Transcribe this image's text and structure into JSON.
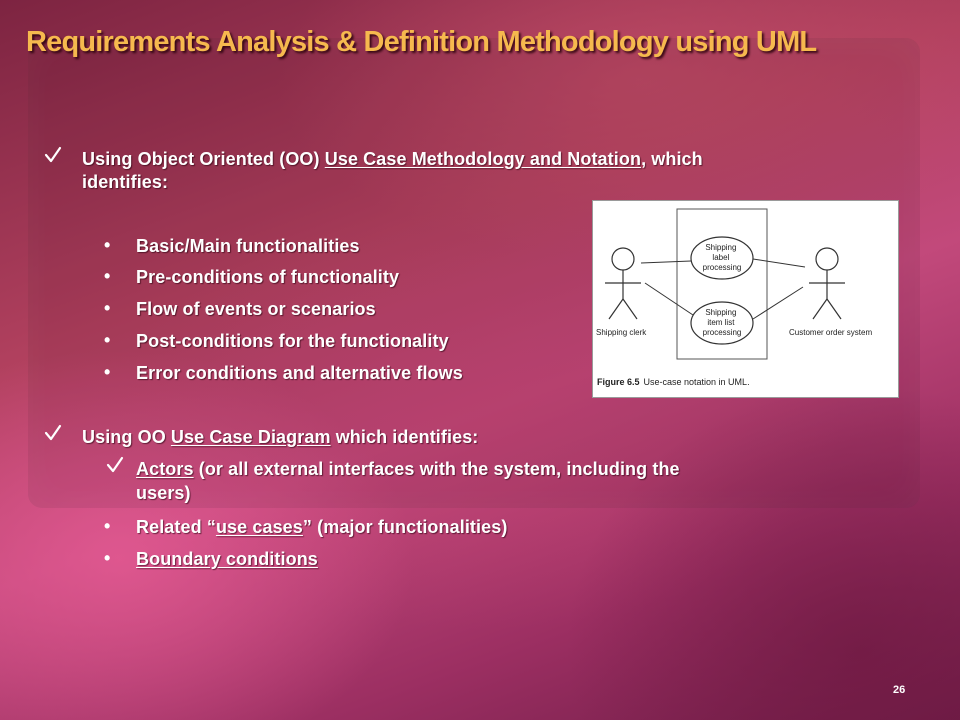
{
  "slide": {
    "title": "Requirements Analysis & Definition Methodology using UML",
    "page_number": "26"
  },
  "section1": {
    "pre": "Using Object Oriented (OO) ",
    "link": "Use Case Methodology and Notation",
    "post": ", which",
    "line2": "identifies:",
    "bullets": [
      "Basic/Main functionalities",
      "Pre-conditions of functionality",
      "Flow of events or scenarios",
      "Post-conditions for the functionality",
      "Error conditions and alternative flows"
    ]
  },
  "section2": {
    "pre": "Using OO ",
    "link": "Use Case Diagram",
    "post": " which identifies:",
    "actors_link": "Actors",
    "actors_rest": " (or all external interfaces with the system, including the",
    "actors_line2": "users)",
    "related_pre": "Related “",
    "related_link": "use cases",
    "related_post": "” (major functionalities)",
    "boundary_link": "Boundary conditions"
  },
  "figure": {
    "actor_left": "Shipping clerk",
    "actor_right": "Customer order system",
    "usecase1": [
      "Shipping",
      "label",
      "processing"
    ],
    "usecase2": [
      "Shipping",
      "item list",
      "processing"
    ],
    "caption_label": "Figure 6.5",
    "caption_text": "Use-case notation in UML."
  },
  "colors": {
    "title": "#f6b94e",
    "text": "#ffffff"
  }
}
